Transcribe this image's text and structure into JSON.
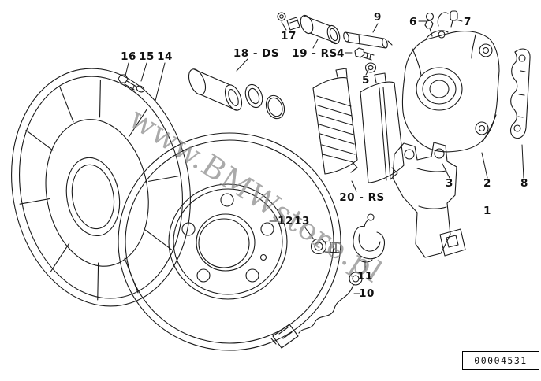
{
  "colors": {
    "line": "#1a1a1a",
    "watermark": "#8a8a8a",
    "background": "#ffffff"
  },
  "watermark": "www.BMWstore.pl",
  "doc_number": "00004531",
  "labels": {
    "n1": "1",
    "n2": "2",
    "n3": "3",
    "n4": "4",
    "n5": "5",
    "n6": "6",
    "n7": "7",
    "n8": "8",
    "n9": "9",
    "n10": "10",
    "n11": "11",
    "n12": "12",
    "n13": "13",
    "n14": "14",
    "n15": "15",
    "n16": "16",
    "n17": "17",
    "n18": "18 - DS",
    "n19": "19 - RS",
    "n20": "20 - RS"
  }
}
